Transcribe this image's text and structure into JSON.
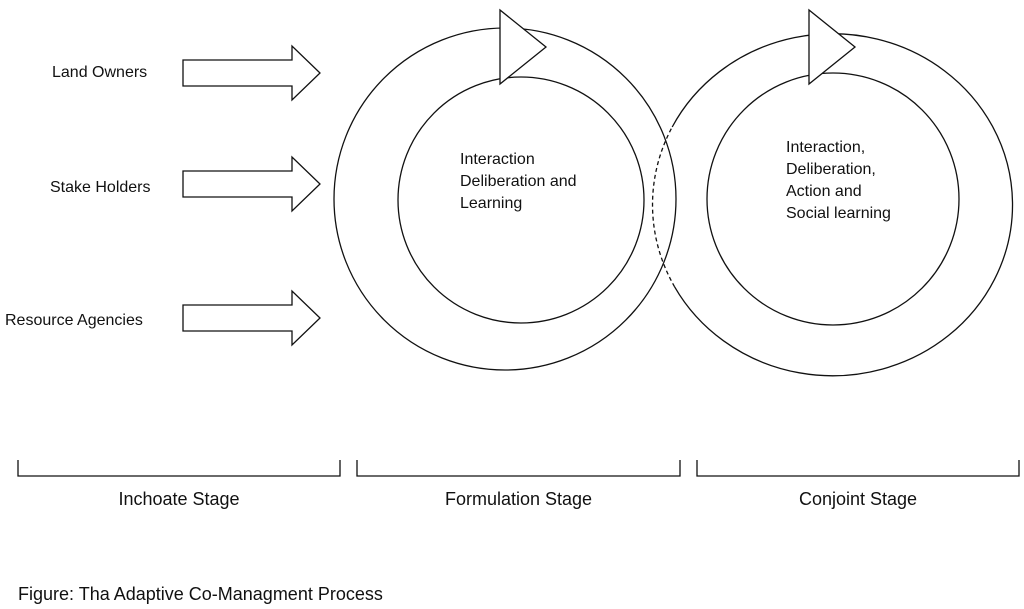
{
  "inputs": {
    "land_owners": "Land Owners",
    "stake_holders": "Stake Holders",
    "resource_agencies": "Resource Agencies"
  },
  "formulation_cycle": {
    "lines": [
      "Interaction",
      "Deliberation and",
      "Learning"
    ]
  },
  "conjoint_cycle": {
    "lines": [
      "Interaction,",
      "Deliberation,",
      "Action and",
      "Social learning"
    ]
  },
  "stages": {
    "inchoate": "Inchoate Stage",
    "formulation": "Formulation Stage",
    "conjoint": "Conjoint Stage"
  },
  "caption": "Figure: Tha Adaptive Co-Managment Process",
  "colors": {
    "stroke": "#111111",
    "background": "#ffffff"
  }
}
